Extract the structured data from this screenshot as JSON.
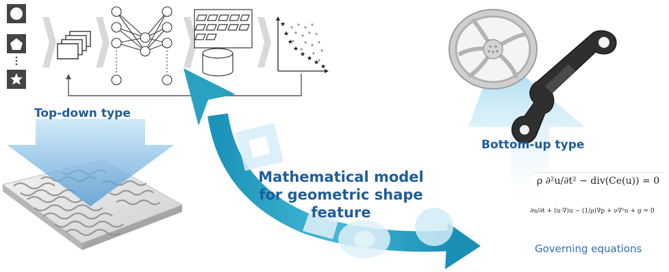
{
  "labels": {
    "top_down": "Top-down type",
    "bottom_up": "Bottom-up type",
    "model_line1": "Mathematical model",
    "model_line2": "for geometric shape",
    "model_line3": "feature",
    "governing": "Governing equations"
  },
  "equations": {
    "wave": "ρ ∂²u/∂t² − div(Ce(u)) = 0",
    "navier_stokes": "∂u/∂t + (u·∇)u − (1/ρ)∇p + ν∇²u + g = 0"
  },
  "colors": {
    "label_blue": "#1f5d9c",
    "arrow_teal": "#2aa3c4",
    "arrow_light": "#a7d8ef",
    "grey_chevron": "#d6d6d6"
  }
}
